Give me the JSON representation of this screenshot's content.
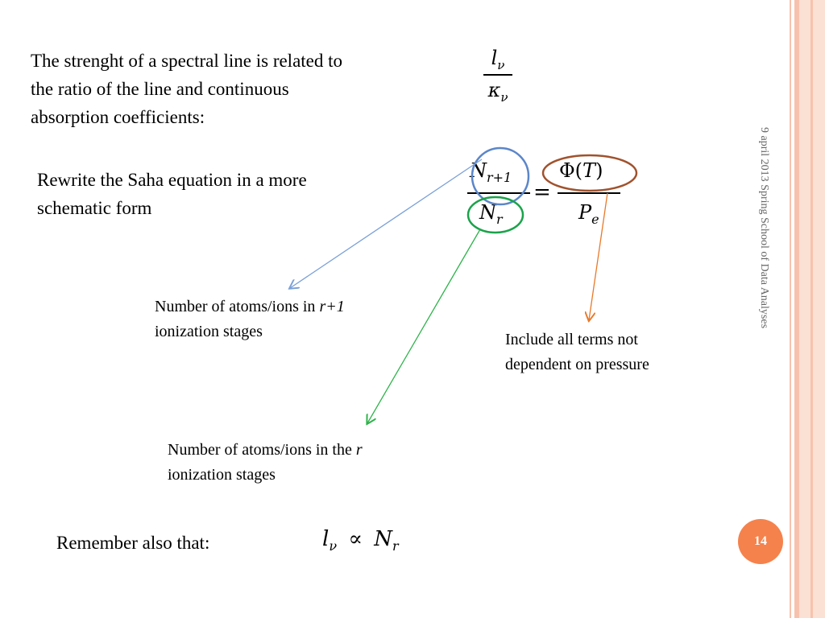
{
  "slide": {
    "intro": [
      "The strenght of a spectral line is related to",
      "the ratio of the line and continuous",
      "absorption coefficients:"
    ],
    "rewrite": [
      "Rewrite the Saha equation in a more",
      "schematic form"
    ],
    "note_r1": {
      "before": "Number of atoms/ions in ",
      "italic": "r+1",
      "line2": "ionization stages"
    },
    "note_pressure": [
      "Include all terms not",
      "dependent on pressure"
    ],
    "note_r": {
      "before": "Number of atoms/ions in the ",
      "italic": "r",
      "line2": "ionization stages"
    },
    "remember": "Remember also that:",
    "page_number": "14",
    "side_text": "9 april 2013      Spring School of Data Analyses"
  },
  "formulas": {
    "ratio": {
      "num": "l",
      "num_sub": "ν",
      "den": "κ",
      "den_sub": "ν"
    },
    "saha": {
      "lhs_num": "N",
      "lhs_num_sub": "r+1",
      "lhs_den": "N",
      "lhs_den_sub": "r",
      "eq": "=",
      "rhs_num_phi": "Φ(",
      "rhs_num_T": "T",
      "rhs_num_close": ")",
      "rhs_den": "P",
      "rhs_den_sub": "e"
    },
    "propto": {
      "lhs": "l",
      "lhs_sub": "ν",
      "symbol": "∝",
      "rhs": "N",
      "rhs_sub": "r"
    }
  },
  "colors": {
    "stripe_main": "#f7c2ad",
    "stripe_light": "#fbe0d4",
    "badge": "#f5824c",
    "circle_blue": "#5b86c9",
    "circle_green": "#1aa34a",
    "circle_brown": "#a0522d",
    "arrow_blue": "#7aa0d8",
    "arrow_green": "#2db34a",
    "arrow_orange": "#e8792a"
  }
}
